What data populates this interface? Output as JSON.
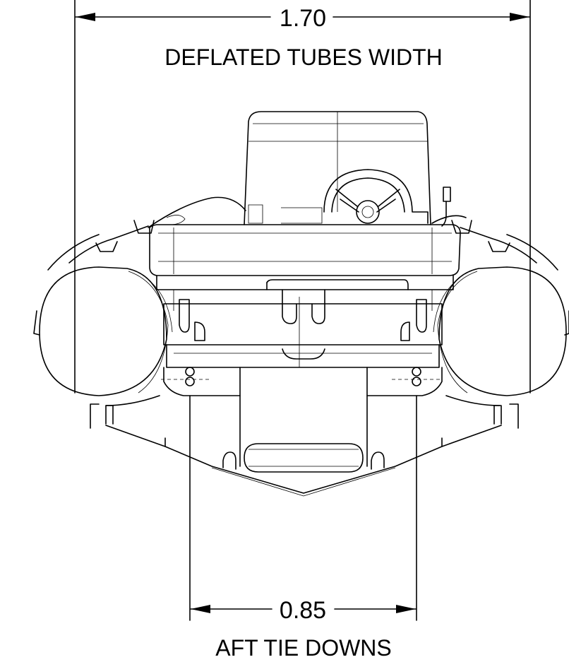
{
  "dimensions": {
    "top": {
      "value": "1.70",
      "label": "DEFLATED TUBES WIDTH"
    },
    "bottom": {
      "value": "0.85",
      "label": "AFT TIE DOWNS"
    }
  },
  "colors": {
    "line": "#000000",
    "background": "#ffffff"
  }
}
